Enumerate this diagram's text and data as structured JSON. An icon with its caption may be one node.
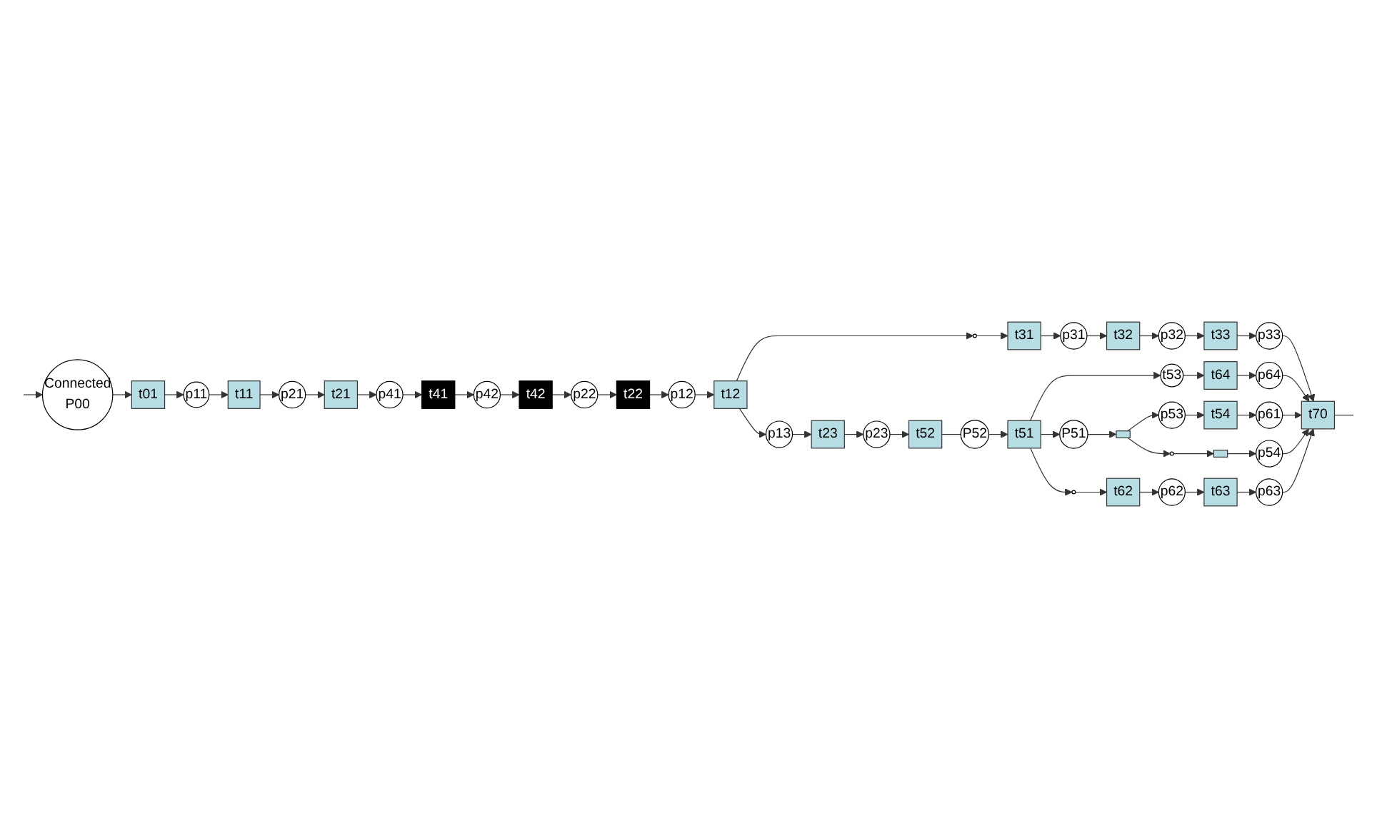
{
  "diagram": {
    "nodes": [
      {
        "text": [
          "Connected",
          "P00"
        ]
      },
      {
        "text": [
          "t01"
        ]
      },
      {
        "text": [
          "p11"
        ]
      },
      {
        "text": [
          "t11"
        ]
      },
      {
        "text": [
          "p21"
        ]
      },
      {
        "text": [
          "t21"
        ]
      },
      {
        "text": [
          "p41"
        ]
      },
      {
        "text": [
          "t41"
        ]
      },
      {
        "text": [
          "p42"
        ]
      },
      {
        "text": [
          "t42"
        ]
      },
      {
        "text": [
          "p22"
        ]
      },
      {
        "text": [
          "t22"
        ]
      },
      {
        "text": [
          "p12"
        ]
      },
      {
        "text": [
          "t12"
        ]
      },
      {
        "text": [],
        "shape": "circle"
      },
      {
        "text": [
          "t31"
        ]
      },
      {
        "text": [
          "p31"
        ]
      },
      {
        "text": [
          "t32"
        ]
      },
      {
        "text": [
          "p32"
        ]
      },
      {
        "text": [
          "t33"
        ]
      },
      {
        "text": [
          "p33"
        ]
      },
      {
        "text": [
          "p13"
        ]
      },
      {
        "text": [
          "t23"
        ]
      },
      {
        "text": [
          "p23"
        ]
      },
      {
        "text": [
          "t52"
        ]
      },
      {
        "text": [
          "P52"
        ]
      },
      {
        "text": [
          "t51"
        ]
      },
      {
        "text": [
          "t53"
        ]
      },
      {
        "text": [
          "t64"
        ]
      },
      {
        "text": [
          "p64"
        ]
      },
      {
        "text": [
          "P51"
        ]
      },
      {
        "text": [],
        "shape": "bar"
      },
      {
        "text": [
          "p53"
        ]
      },
      {
        "text": [
          "t54"
        ]
      },
      {
        "text": [
          "p61"
        ]
      },
      {
        "text": [],
        "shape": "circle"
      },
      {
        "text": [],
        "shape": "bar"
      },
      {
        "text": [
          "p54"
        ]
      },
      {
        "text": [],
        "shape": "circle"
      },
      {
        "text": [
          "t62"
        ]
      },
      {
        "text": [
          "p62"
        ]
      },
      {
        "text": [
          "t63"
        ]
      },
      {
        "text": [
          "p63"
        ]
      },
      {
        "text": [
          "t70"
        ]
      }
    ],
    "edges": [
      {
        "from": null,
        "to": 0,
        "arrow": "to"
      },
      {
        "from": 0,
        "to": 1,
        "arrow": "to"
      },
      {
        "from": 1,
        "to": 2,
        "arrow": "to"
      },
      {
        "from": 2,
        "to": 3,
        "arrow": "to"
      },
      {
        "from": 3,
        "to": 4,
        "arrow": "to"
      },
      {
        "from": 4,
        "to": 5,
        "arrow": "to"
      },
      {
        "from": 5,
        "to": 6,
        "arrow": "to"
      },
      {
        "from": 6,
        "to": 7,
        "arrow": "to"
      },
      {
        "from": 7,
        "to": 8,
        "arrow": "to"
      },
      {
        "from": 8,
        "to": 9,
        "arrow": "to"
      },
      {
        "from": 9,
        "to": 10,
        "arrow": "to"
      },
      {
        "from": 10,
        "to": 11,
        "arrow": "to"
      },
      {
        "from": 11,
        "to": 12,
        "arrow": "to"
      },
      {
        "from": 12,
        "to": 13,
        "arrow": "to"
      },
      {
        "from": 13,
        "to": 14,
        "arrow": "to"
      },
      {
        "from": 14,
        "to": 15,
        "arrow": "to"
      },
      {
        "from": 15,
        "to": 16,
        "arrow": "to"
      },
      {
        "from": 16,
        "to": 17,
        "arrow": "to"
      },
      {
        "from": 17,
        "to": 18,
        "arrow": "to"
      },
      {
        "from": 18,
        "to": 19,
        "arrow": "to"
      },
      {
        "from": 19,
        "to": 20,
        "arrow": "to"
      },
      {
        "from": 20,
        "to": 43,
        "arrow": "to"
      },
      {
        "from": 13,
        "to": 21,
        "arrow": "to"
      },
      {
        "from": 21,
        "to": 22,
        "arrow": "to"
      },
      {
        "from": 22,
        "to": 23,
        "arrow": "to"
      },
      {
        "from": 23,
        "to": 24,
        "arrow": "to"
      },
      {
        "from": 24,
        "to": 25,
        "arrow": "none"
      },
      {
        "from": 25,
        "to": 26,
        "arrow": "to"
      },
      {
        "from": 26,
        "to": 27,
        "arrow": "to"
      },
      {
        "from": 27,
        "to": 28,
        "arrow": "to"
      },
      {
        "from": 28,
        "to": 29,
        "arrow": "to"
      },
      {
        "from": 29,
        "to": 43,
        "arrow": "to"
      },
      {
        "from": 26,
        "to": 30,
        "arrow": "to"
      },
      {
        "from": 30,
        "to": 31,
        "arrow": "to"
      },
      {
        "from": 31,
        "to": 32,
        "arrow": "to"
      },
      {
        "from": 32,
        "to": 33,
        "arrow": "to"
      },
      {
        "from": 33,
        "to": 34,
        "arrow": "to"
      },
      {
        "from": 34,
        "to": 43,
        "arrow": "to"
      },
      {
        "from": 31,
        "to": 35,
        "arrow": "to"
      },
      {
        "from": 35,
        "to": 36,
        "arrow": "to"
      },
      {
        "from": 36,
        "to": 37,
        "arrow": "to"
      },
      {
        "from": 37,
        "to": 43,
        "arrow": "to"
      },
      {
        "from": 26,
        "to": 38,
        "arrow": "to"
      },
      {
        "from": 38,
        "to": 39,
        "arrow": "to"
      },
      {
        "from": 39,
        "to": 40,
        "arrow": "to"
      },
      {
        "from": 40,
        "to": 41,
        "arrow": "to"
      },
      {
        "from": 41,
        "to": 42,
        "arrow": "to"
      },
      {
        "from": 42,
        "to": 43,
        "arrow": "to"
      },
      {
        "from": 43,
        "to": null,
        "arrow": "none"
      }
    ]
  }
}
